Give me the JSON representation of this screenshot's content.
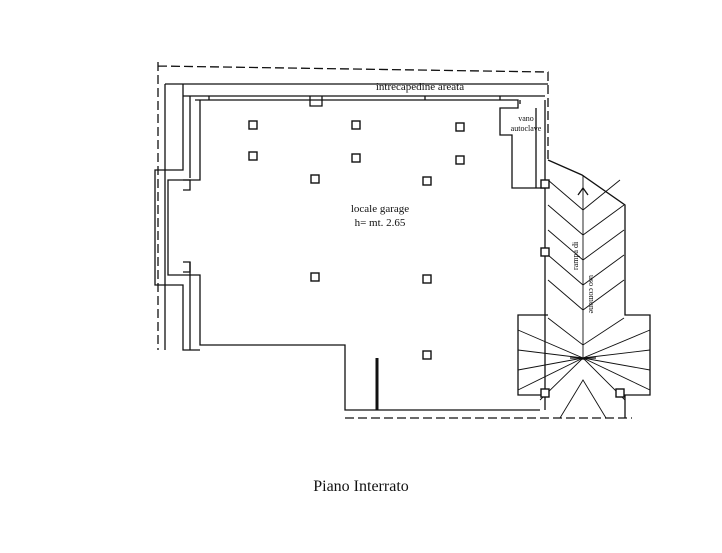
{
  "plan": {
    "title": "Piano Interrato",
    "rooms": {
      "airspace": "intrecapedine areata",
      "autoclave_line1": "vano",
      "autoclave_line2": "autoclave",
      "garage_name": "locale garage",
      "garage_height": "h= mt. 2.65",
      "ramp_line1": "rampa di",
      "ramp_line2": "uso comune"
    },
    "pillar_count": 11
  }
}
